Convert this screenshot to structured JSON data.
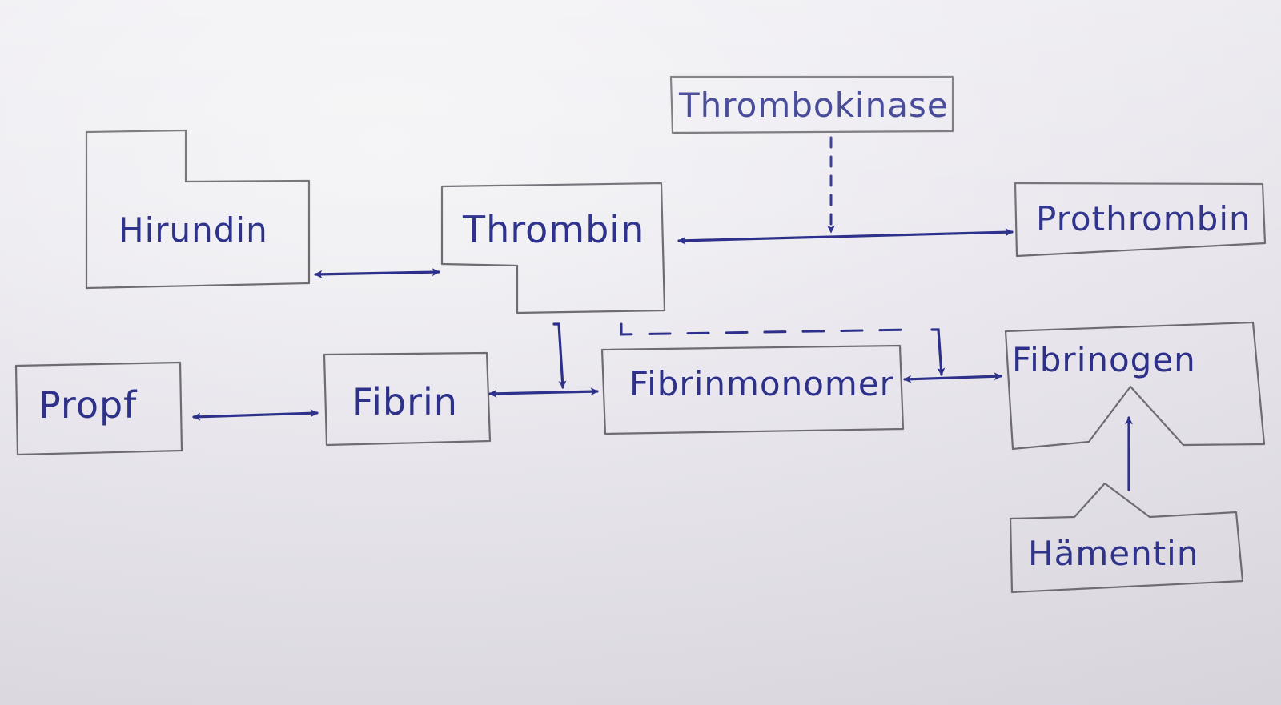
{
  "nodes": {
    "thrombokinase": "Thrombokinase",
    "hirudin": "Hirundin",
    "thrombin": "Thrombin",
    "prothrombin": "Prothrombin",
    "propf": "Propf",
    "fibrin": "Fibrin",
    "fibrinmonomer": "Fibrinmonomer",
    "fibrinogen": "Fibrinogen",
    "haementin": "Hämentin"
  }
}
